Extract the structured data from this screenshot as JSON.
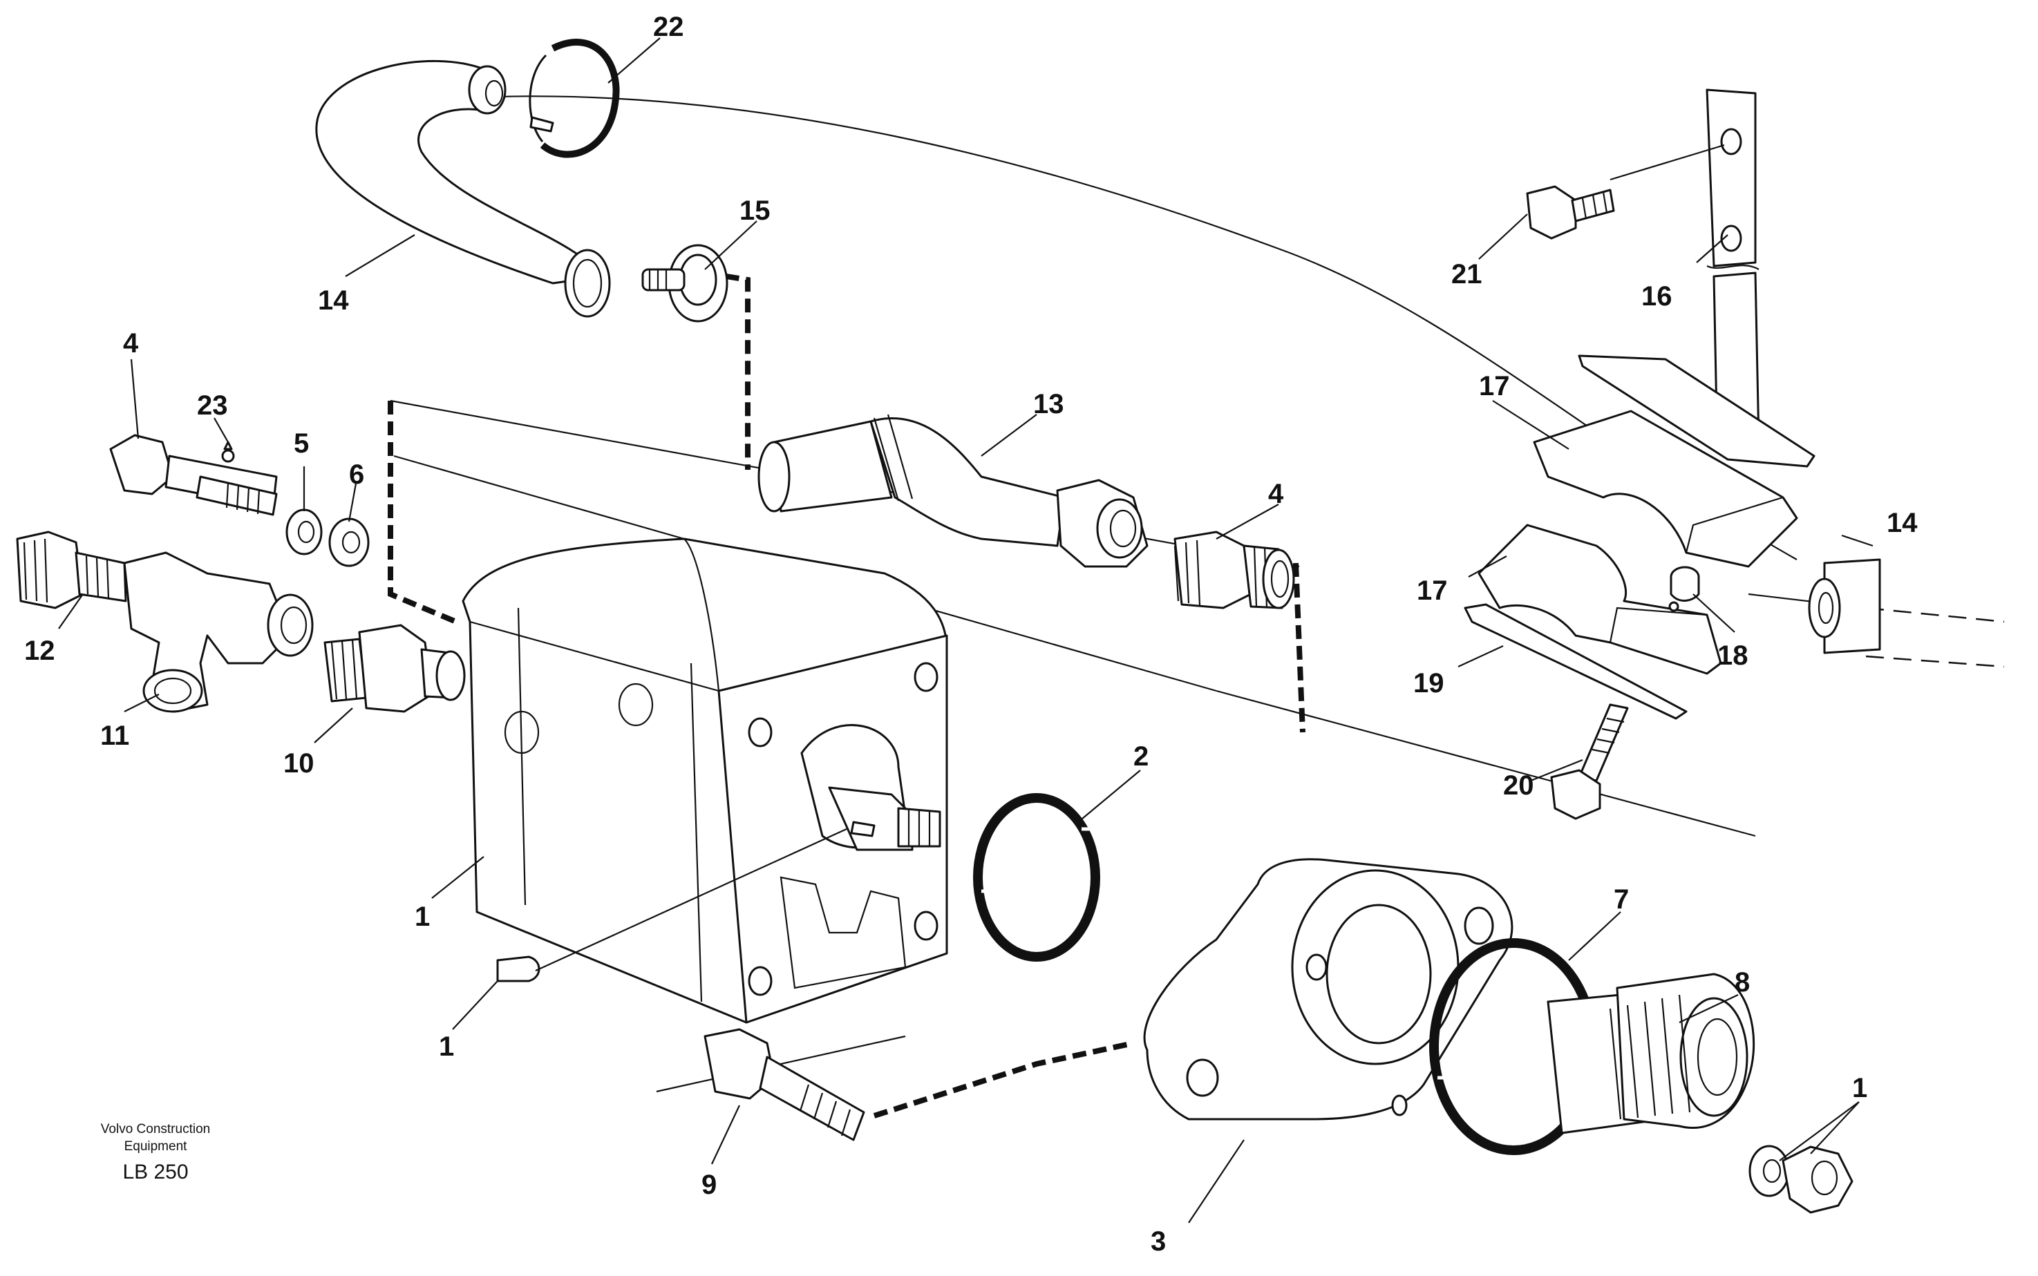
{
  "diagram": {
    "callouts": [
      "1",
      "1",
      "1",
      "2",
      "3",
      "4",
      "4",
      "5",
      "6",
      "7",
      "8",
      "9",
      "10",
      "11",
      "12",
      "13",
      "14",
      "14",
      "15",
      "16",
      "17",
      "17",
      "18",
      "19",
      "20",
      "21",
      "22",
      "23"
    ]
  },
  "footer": {
    "brand_line1": "Volvo Construction",
    "brand_line2": "Equipment",
    "code": "LB 250"
  }
}
